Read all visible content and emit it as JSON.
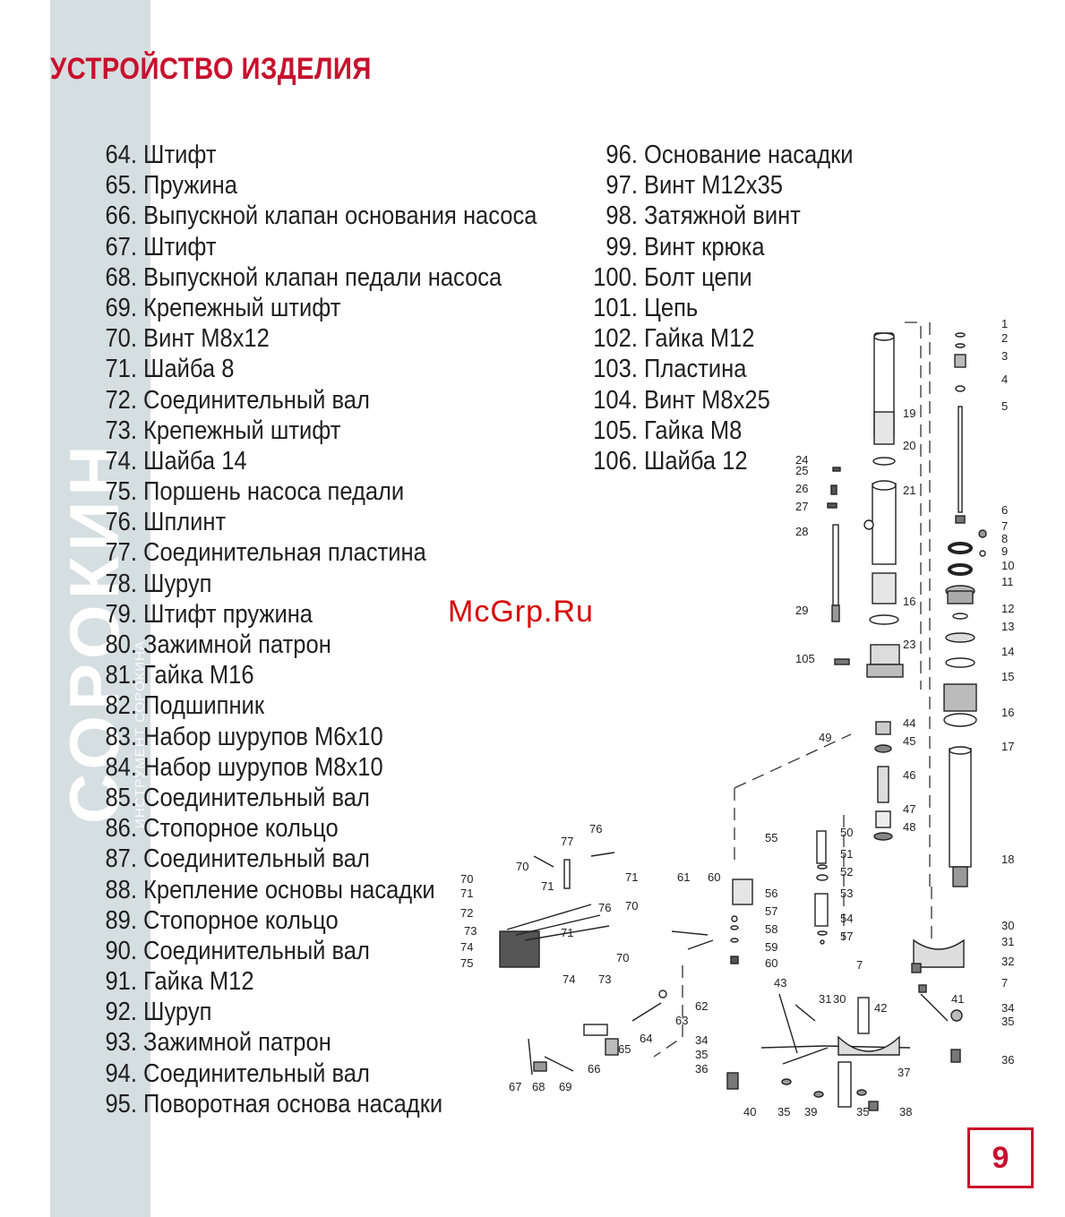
{
  "title": "УСТРОЙСТВО ИЗДЕЛИЯ",
  "brand": {
    "name": "СОРОКИН",
    "tagline": "ИНСТРУМЕНТ СОРОКИНА",
    "registered_mark": "®"
  },
  "watermark": "McGrp.Ru",
  "page_number": "9",
  "parts_left": [
    {
      "num": "64.",
      "name": "Штифт"
    },
    {
      "num": "65.",
      "name": "Пружина"
    },
    {
      "num": "66.",
      "name": "Выпускной клапан основания насоса"
    },
    {
      "num": "67.",
      "name": "Штифт"
    },
    {
      "num": "68.",
      "name": "Выпускной клапан педали насоса"
    },
    {
      "num": "69.",
      "name": "Крепежный штифт"
    },
    {
      "num": "70.",
      "name": "Винт М8х12"
    },
    {
      "num": "71.",
      "name": "Шайба 8"
    },
    {
      "num": "72.",
      "name": "Соединительный вал"
    },
    {
      "num": "73.",
      "name": "Крепежный штифт"
    },
    {
      "num": "74.",
      "name": "Шайба 14"
    },
    {
      "num": "75.",
      "name": "Поршень насоса педали"
    },
    {
      "num": "76.",
      "name": "Шплинт"
    },
    {
      "num": "77.",
      "name": "Соединительная пластина"
    },
    {
      "num": "78.",
      "name": "Шуруп"
    },
    {
      "num": "79.",
      "name": "Штифт пружина"
    },
    {
      "num": "80.",
      "name": "Зажимной патрон"
    },
    {
      "num": "81.",
      "name": "Гайка М16"
    },
    {
      "num": "82.",
      "name": "Подшипник"
    },
    {
      "num": "83.",
      "name": "Набор шурупов М6х10"
    },
    {
      "num": "84.",
      "name": "Набор шурупов М8х10"
    },
    {
      "num": "85.",
      "name": "Соединительный вал"
    },
    {
      "num": "86.",
      "name": "Стопорное кольцо"
    },
    {
      "num": "87.",
      "name": "Соединительный вал"
    },
    {
      "num": "88.",
      "name": "Крепление основы насадки"
    },
    {
      "num": "89.",
      "name": "Стопорное кольцо"
    },
    {
      "num": "90.",
      "name": "Соединительный вал"
    },
    {
      "num": "91.",
      "name": "Гайка М12"
    },
    {
      "num": "92.",
      "name": "Шуруп"
    },
    {
      "num": "93.",
      "name": "Зажимной патрон"
    },
    {
      "num": "94.",
      "name": "Соединительный вал"
    },
    {
      "num": "95.",
      "name": "Поворотная основа насадки"
    }
  ],
  "parts_right": [
    {
      "num": "96.",
      "name": "Основание насадки"
    },
    {
      "num": "97.",
      "name": "Винт М12х35"
    },
    {
      "num": "98.",
      "name": "Затяжной винт"
    },
    {
      "num": "99.",
      "name": "Винт крюка"
    },
    {
      "num": "100.",
      "name": "Болт цепи"
    },
    {
      "num": "101.",
      "name": "Цепь"
    },
    {
      "num": "102.",
      "name": "Гайка М12"
    },
    {
      "num": "103.",
      "name": "Пластина"
    },
    {
      "num": "104.",
      "name": "Винт М8х25"
    },
    {
      "num": "105.",
      "name": "Гайка М8"
    },
    {
      "num": "106.",
      "name": "Шайба 12"
    }
  ],
  "callouts": [
    "1",
    "2",
    "3",
    "4",
    "5",
    "6",
    "7",
    "8",
    "9",
    "10",
    "11",
    "12",
    "13",
    "14",
    "15",
    "16",
    "17",
    "18",
    "19",
    "20",
    "21",
    "23",
    "24",
    "25",
    "26",
    "27",
    "28",
    "29",
    "105",
    "16",
    "44",
    "45",
    "46",
    "47",
    "48",
    "49",
    "50",
    "51",
    "52",
    "53",
    "54",
    "57",
    "55",
    "56",
    "57",
    "58",
    "59",
    "60",
    "61",
    "60",
    "76",
    "77",
    "70",
    "71",
    "71",
    "70",
    "70",
    "71",
    "72",
    "73",
    "74",
    "75",
    "76",
    "71",
    "70",
    "74",
    "73",
    "62",
    "63",
    "64",
    "65",
    "66",
    "67",
    "68",
    "69",
    "30",
    "31",
    "32",
    "7",
    "7",
    "41",
    "34",
    "35",
    "36",
    "43",
    "31",
    "30",
    "42",
    "37",
    "34",
    "35",
    "36",
    "40",
    "35",
    "39",
    "35",
    "38"
  ]
}
